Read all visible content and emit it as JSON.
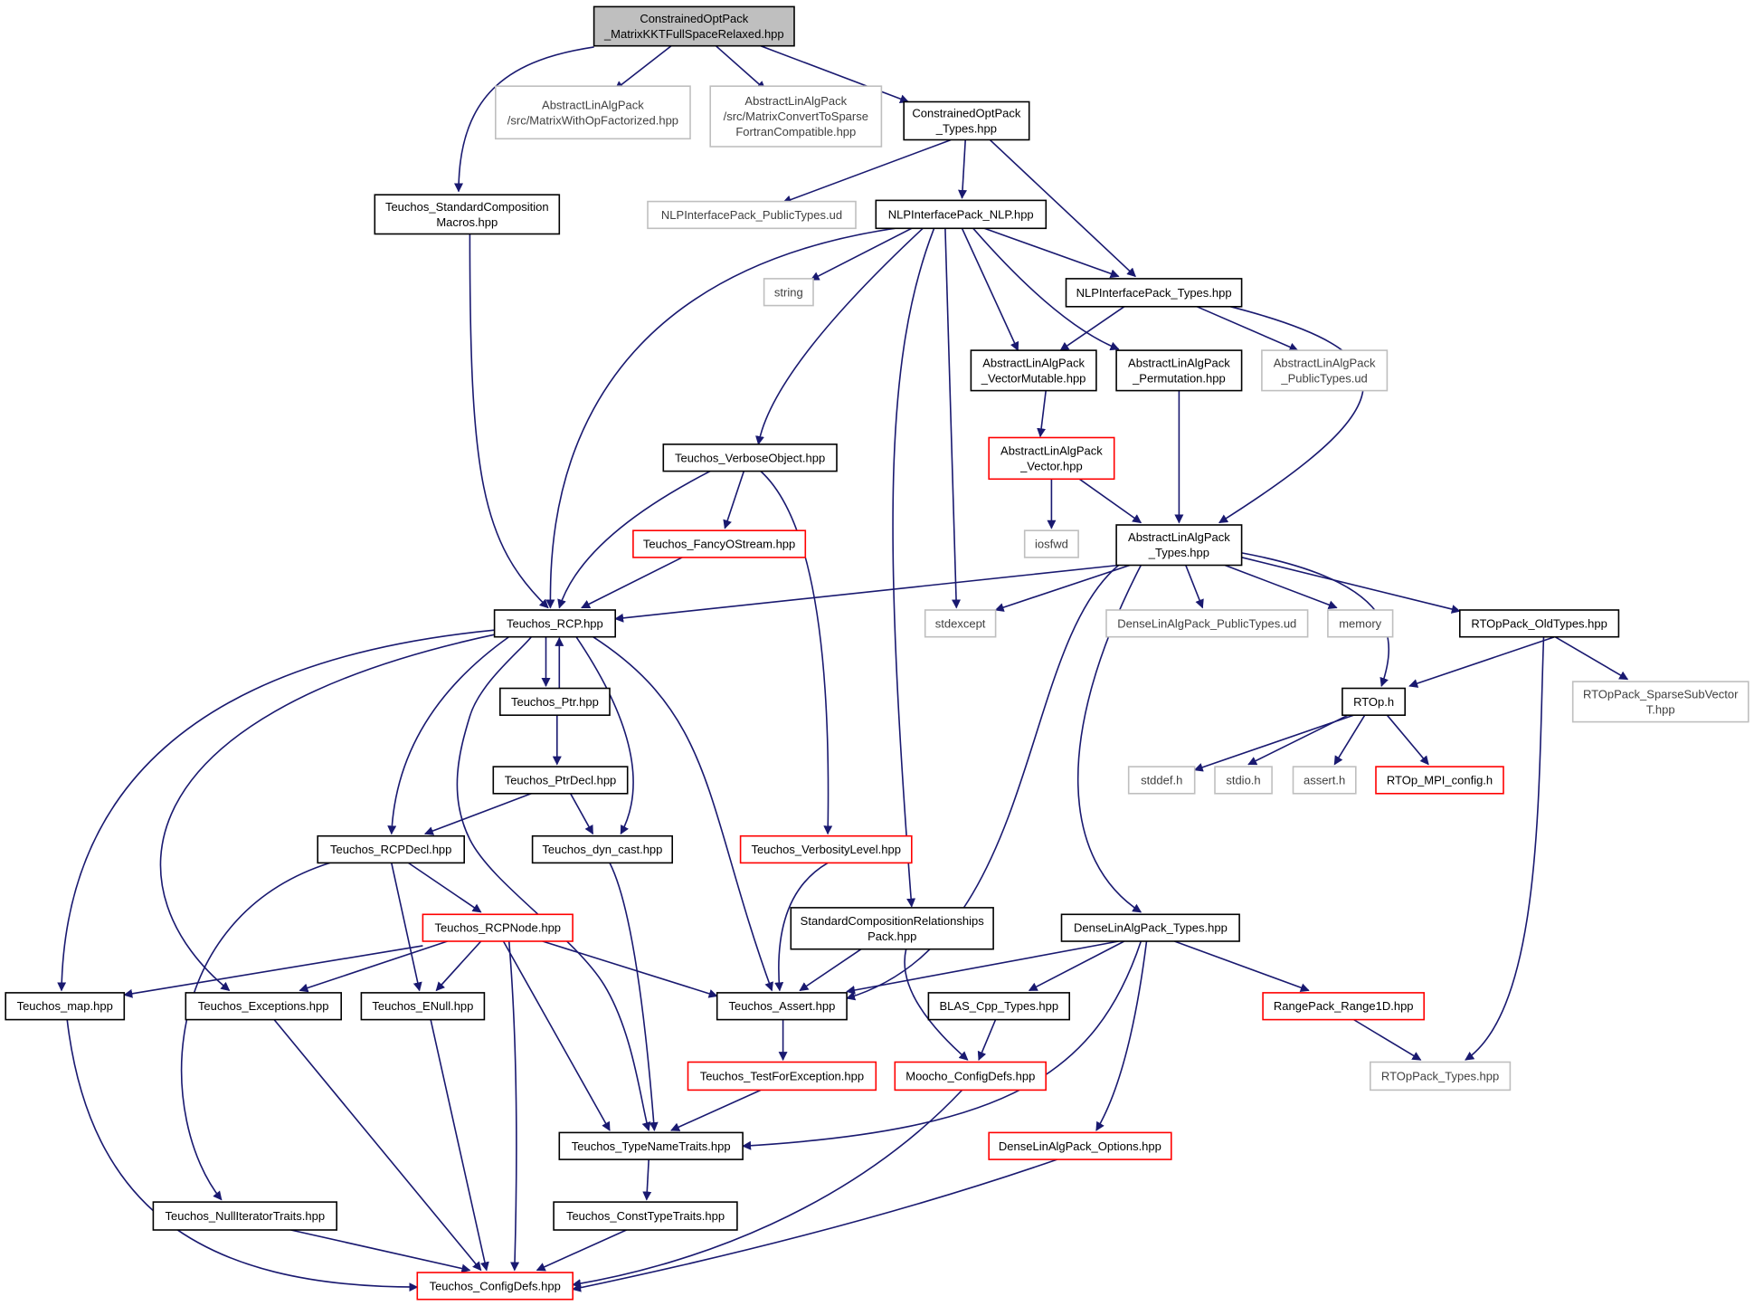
{
  "diagram": {
    "nodes": [
      {
        "id": "root",
        "lines": [
          "ConstrainedOptPack",
          "_MatrixKKTFullSpaceRelaxed.hpp"
        ],
        "style": "root",
        "name": "node-root-constrainedoptpack-matrixkkt"
      },
      {
        "id": "mwof",
        "lines": [
          "AbstractLinAlgPack",
          "/src/MatrixWithOpFactorized.hpp"
        ],
        "style": "gray",
        "name": "node-matrixwithopfactorized"
      },
      {
        "id": "mcts",
        "lines": [
          "AbstractLinAlgPack",
          "/src/MatrixConvertToSparse",
          "FortranCompatible.hpp"
        ],
        "style": "gray",
        "name": "node-matrixconverttosparse"
      },
      {
        "id": "copt",
        "lines": [
          "ConstrainedOptPack",
          "_Types.hpp"
        ],
        "style": "normal",
        "name": "node-constrainedoptpack-types"
      },
      {
        "id": "tscm",
        "lines": [
          "Teuchos_StandardComposition",
          "Macros.hpp"
        ],
        "style": "normal",
        "name": "node-teuchos-standardcompositionmacros"
      },
      {
        "id": "nlppub",
        "lines": [
          "NLPInterfacePack_PublicTypes.ud"
        ],
        "style": "gray",
        "name": "node-nlpinterfacepack-publictypes"
      },
      {
        "id": "nlp",
        "lines": [
          "NLPInterfacePack_NLP.hpp"
        ],
        "style": "normal",
        "name": "node-nlpinterfacepack-nlp"
      },
      {
        "id": "string",
        "lines": [
          "string"
        ],
        "style": "gray",
        "name": "node-string"
      },
      {
        "id": "nlptypes",
        "lines": [
          "NLPInterfacePack_Types.hpp"
        ],
        "style": "normal",
        "name": "node-nlpinterfacepack-types"
      },
      {
        "id": "vmut",
        "lines": [
          "AbstractLinAlgPack",
          "_VectorMutable.hpp"
        ],
        "style": "normal",
        "name": "node-abstractlinalgpack-vectormutable"
      },
      {
        "id": "perm",
        "lines": [
          "AbstractLinAlgPack",
          "_Permutation.hpp"
        ],
        "style": "normal",
        "name": "node-abstractlinalgpack-permutation"
      },
      {
        "id": "alapub",
        "lines": [
          "AbstractLinAlgPack",
          "_PublicTypes.ud"
        ],
        "style": "gray",
        "name": "node-abstractlinalgpack-publictypes"
      },
      {
        "id": "verbose",
        "lines": [
          "Teuchos_VerboseObject.hpp"
        ],
        "style": "normal",
        "name": "node-teuchos-verboseobject"
      },
      {
        "id": "vec",
        "lines": [
          "AbstractLinAlgPack",
          "_Vector.hpp"
        ],
        "style": "red",
        "name": "node-abstractlinalgpack-vector"
      },
      {
        "id": "fancy",
        "lines": [
          "Teuchos_FancyOStream.hpp"
        ],
        "style": "red",
        "name": "node-teuchos-fancyostream"
      },
      {
        "id": "iosfwd",
        "lines": [
          "iosfwd"
        ],
        "style": "gray",
        "name": "node-iosfwd"
      },
      {
        "id": "alatypes",
        "lines": [
          "AbstractLinAlgPack",
          "_Types.hpp"
        ],
        "style": "normal",
        "name": "node-abstractlinalgpack-types"
      },
      {
        "id": "rcp",
        "lines": [
          "Teuchos_RCP.hpp"
        ],
        "style": "normal",
        "name": "node-teuchos-rcp"
      },
      {
        "id": "stdexcept",
        "lines": [
          "stdexcept"
        ],
        "style": "gray",
        "name": "node-stdexcept"
      },
      {
        "id": "dlapub",
        "lines": [
          "DenseLinAlgPack_PublicTypes.ud"
        ],
        "style": "gray",
        "name": "node-denselinalgpack-publictypes"
      },
      {
        "id": "memory",
        "lines": [
          "memory"
        ],
        "style": "gray",
        "name": "node-memory"
      },
      {
        "id": "rtopold",
        "lines": [
          "RTOpPack_OldTypes.hpp"
        ],
        "style": "normal",
        "name": "node-rtoppack-oldtypes"
      },
      {
        "id": "ptr",
        "lines": [
          "Teuchos_Ptr.hpp"
        ],
        "style": "normal",
        "name": "node-teuchos-ptr"
      },
      {
        "id": "rtoph",
        "lines": [
          "RTOp.h"
        ],
        "style": "normal",
        "name": "node-rtop-h"
      },
      {
        "id": "rtsparse",
        "lines": [
          "RTOpPack_SparseSubVector",
          "T.hpp"
        ],
        "style": "gray",
        "name": "node-rtoppack-sparsesubvector"
      },
      {
        "id": "ptrdecl",
        "lines": [
          "Teuchos_PtrDecl.hpp"
        ],
        "style": "normal",
        "name": "node-teuchos-ptrdecl"
      },
      {
        "id": "stddef",
        "lines": [
          "stddef.h"
        ],
        "style": "gray",
        "name": "node-stddef-h"
      },
      {
        "id": "stdio",
        "lines": [
          "stdio.h"
        ],
        "style": "gray",
        "name": "node-stdio-h"
      },
      {
        "id": "assert",
        "lines": [
          "assert.h"
        ],
        "style": "gray",
        "name": "node-assert-h"
      },
      {
        "id": "mpicfg",
        "lines": [
          "RTOp_MPI_config.h"
        ],
        "style": "red",
        "name": "node-rtop-mpi-config"
      },
      {
        "id": "rcpdecl",
        "lines": [
          "Teuchos_RCPDecl.hpp"
        ],
        "style": "normal",
        "name": "node-teuchos-rcpdecl"
      },
      {
        "id": "dyncast",
        "lines": [
          "Teuchos_dyn_cast.hpp"
        ],
        "style": "normal",
        "name": "node-teuchos-dyn-cast"
      },
      {
        "id": "verblvl",
        "lines": [
          "Teuchos_VerbosityLevel.hpp"
        ],
        "style": "red",
        "name": "node-teuchos-verbositylevel"
      },
      {
        "id": "scrp",
        "lines": [
          "StandardCompositionRelationships",
          "Pack.hpp"
        ],
        "style": "normal",
        "name": "node-standardcompositionrelationshipspack"
      },
      {
        "id": "dlatypes",
        "lines": [
          "DenseLinAlgPack_Types.hpp"
        ],
        "style": "normal",
        "name": "node-denselinalgpack-types"
      },
      {
        "id": "rcpnode",
        "lines": [
          "Teuchos_RCPNode.hpp"
        ],
        "style": "red",
        "name": "node-teuchos-rcpnode"
      },
      {
        "id": "map",
        "lines": [
          "Teuchos_map.hpp"
        ],
        "style": "normal",
        "name": "node-teuchos-map"
      },
      {
        "id": "exc",
        "lines": [
          "Teuchos_Exceptions.hpp"
        ],
        "style": "normal",
        "name": "node-teuchos-exceptions"
      },
      {
        "id": "enull",
        "lines": [
          "Teuchos_ENull.hpp"
        ],
        "style": "normal",
        "name": "node-teuchos-enull"
      },
      {
        "id": "tassert",
        "lines": [
          "Teuchos_Assert.hpp"
        ],
        "style": "normal",
        "name": "node-teuchos-assert"
      },
      {
        "id": "blas",
        "lines": [
          "BLAS_Cpp_Types.hpp"
        ],
        "style": "normal",
        "name": "node-blas-cpp-types"
      },
      {
        "id": "range",
        "lines": [
          "RangePack_Range1D.hpp"
        ],
        "style": "red",
        "name": "node-rangepack-range1d"
      },
      {
        "id": "tfe",
        "lines": [
          "Teuchos_TestForException.hpp"
        ],
        "style": "red",
        "name": "node-teuchos-testforexception"
      },
      {
        "id": "mcfg",
        "lines": [
          "Moocho_ConfigDefs.hpp"
        ],
        "style": "red",
        "name": "node-moocho-configdefs"
      },
      {
        "id": "rttypes",
        "lines": [
          "RTOpPack_Types.hpp"
        ],
        "style": "gray",
        "name": "node-rtoppack-types"
      },
      {
        "id": "tnt",
        "lines": [
          "Teuchos_TypeNameTraits.hpp"
        ],
        "style": "normal",
        "name": "node-teuchos-typenametraits"
      },
      {
        "id": "dlaopt",
        "lines": [
          "DenseLinAlgPack_Options.hpp"
        ],
        "style": "red",
        "name": "node-denselinalgpack-options"
      },
      {
        "id": "nit",
        "lines": [
          "Teuchos_NullIteratorTraits.hpp"
        ],
        "style": "normal",
        "name": "node-teuchos-nulliteratortraits"
      },
      {
        "id": "ctt",
        "lines": [
          "Teuchos_ConstTypeTraits.hpp"
        ],
        "style": "normal",
        "name": "node-teuchos-consttypetraits"
      },
      {
        "id": "tcfg",
        "lines": [
          "Teuchos_ConfigDefs.hpp"
        ],
        "style": "red",
        "name": "node-teuchos-configdefs"
      }
    ],
    "colors": {
      "edge": "#191970",
      "root_fill": "#bfbfbf",
      "normal_border": "#000000",
      "red_border": "#ff0000",
      "gray_border": "#bfbfbf"
    }
  }
}
